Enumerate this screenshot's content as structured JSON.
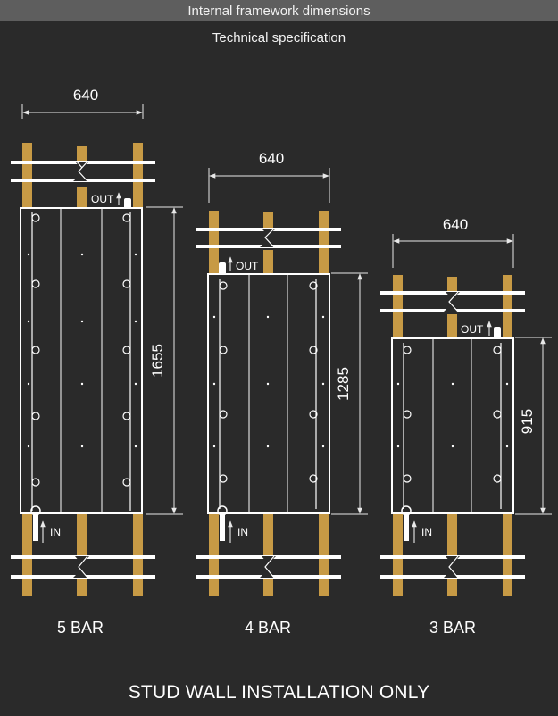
{
  "header": {
    "title": "Internal framework dimensions",
    "subtitle": "Technical specification"
  },
  "colors": {
    "background": "#2a2a2a",
    "header_bar": "#5e5e5e",
    "stud_wood": "#c79a45",
    "radiator_panel": "#ffffff",
    "line": "#e8e8e8"
  },
  "labels": {
    "out": "OUT",
    "in": "IN"
  },
  "radiators": [
    {
      "name": "5 BAR",
      "width": "640",
      "height": "1655"
    },
    {
      "name": "4 BAR",
      "width": "640",
      "height": "1285"
    },
    {
      "name": "3 BAR",
      "width": "640",
      "height": "915"
    }
  ],
  "footer": {
    "note": "STUD WALL INSTALLATION ONLY"
  }
}
